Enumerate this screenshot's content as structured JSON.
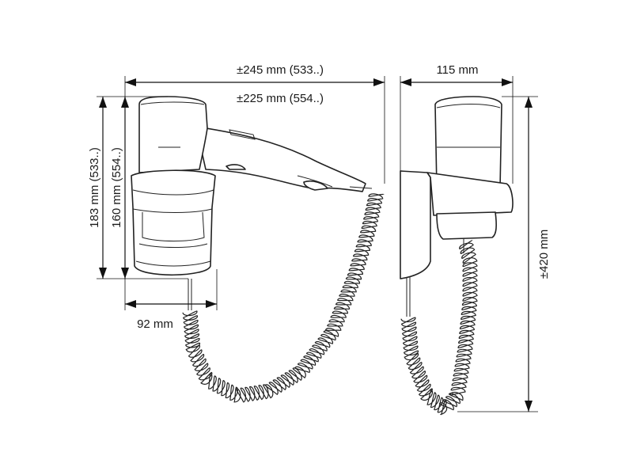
{
  "dimensions": {
    "overall_width": "±245 mm (533..)",
    "inner_width": "±225 mm (554..)",
    "holder_height_outer": "183 mm (533..)",
    "holder_height_inner": "160 mm (554..)",
    "holder_depth": "92 mm",
    "side_width": "115 mm",
    "total_height": "±420 mm"
  }
}
